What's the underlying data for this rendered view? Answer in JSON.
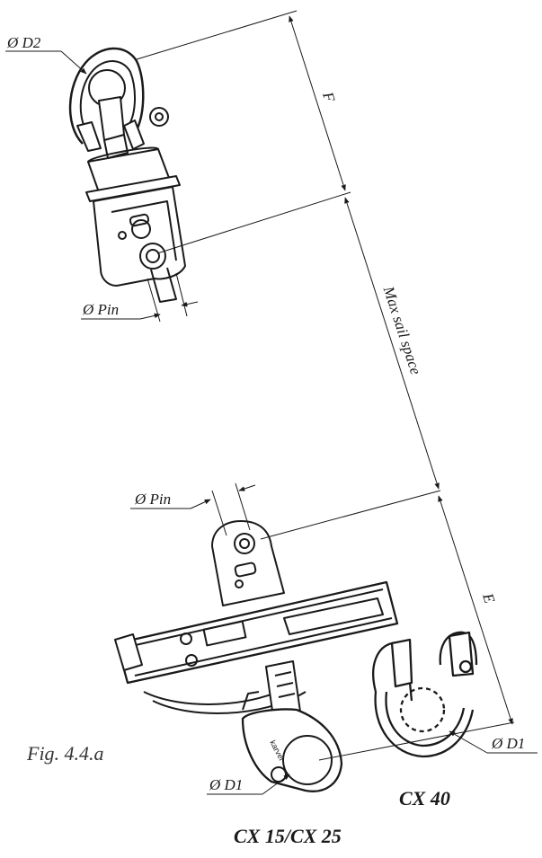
{
  "labels": {
    "d2": "Ø D2",
    "pin_top": "Ø Pin",
    "pin_bottom": "Ø Pin",
    "d1_left": "Ø D1",
    "d1_right": "Ø D1",
    "dim_f": "F",
    "dim_e": "E",
    "max_sail_space": "Max sail space",
    "figure": "Fig. 4.4.a",
    "model_small": "CX 40",
    "model_large": "CX 15/CX 25"
  },
  "colors": {
    "ink": "#1a1a1a",
    "paper": "#ffffff"
  }
}
